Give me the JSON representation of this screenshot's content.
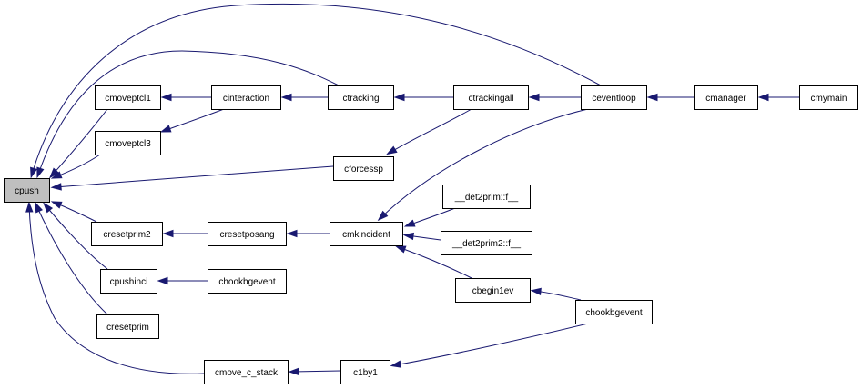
{
  "colors": {
    "edge": "#191970",
    "node_fill": "#ffffff",
    "highlight_fill": "#bfbfbf",
    "border": "#000000"
  },
  "nodes": [
    {
      "id": "cpush",
      "label": "cpush",
      "highlight": true
    },
    {
      "id": "cmoveptcl1",
      "label": "cmoveptcl1"
    },
    {
      "id": "cmoveptcl3",
      "label": "cmoveptcl3"
    },
    {
      "id": "cinteraction",
      "label": "cinteraction"
    },
    {
      "id": "ctracking",
      "label": "ctracking"
    },
    {
      "id": "ctrackingall",
      "label": "ctrackingall"
    },
    {
      "id": "ceventloop",
      "label": "ceventloop"
    },
    {
      "id": "cmanager",
      "label": "cmanager"
    },
    {
      "id": "cmymain",
      "label": "cmymain"
    },
    {
      "id": "cforcessp",
      "label": "cforcessp"
    },
    {
      "id": "cresetprim2",
      "label": "cresetprim2"
    },
    {
      "id": "cresetposang",
      "label": "cresetposang"
    },
    {
      "id": "cmkincident",
      "label": "cmkincident"
    },
    {
      "id": "det2prim",
      "label": "__det2prim::f__"
    },
    {
      "id": "det2prim2",
      "label": "__det2prim2::f__"
    },
    {
      "id": "cbegin1ev",
      "label": "cbegin1ev"
    },
    {
      "id": "chookbgevent_right",
      "label": "chookbgevent"
    },
    {
      "id": "cpushinci",
      "label": "cpushinci"
    },
    {
      "id": "chookbgevent_left",
      "label": "chookbgevent"
    },
    {
      "id": "cresetprim",
      "label": "cresetprim"
    },
    {
      "id": "cmove_c_stack",
      "label": "cmove_c_stack"
    },
    {
      "id": "c1by1",
      "label": "c1by1"
    }
  ],
  "edges": [
    {
      "from": "cmoveptcl1",
      "to": "cpush"
    },
    {
      "from": "cmoveptcl3",
      "to": "cpush"
    },
    {
      "from": "ctracking",
      "to": "cpush"
    },
    {
      "from": "ceventloop",
      "to": "cpush"
    },
    {
      "from": "cforcessp",
      "to": "cpush"
    },
    {
      "from": "cresetprim2",
      "to": "cpush"
    },
    {
      "from": "cpushinci",
      "to": "cpush"
    },
    {
      "from": "cresetprim",
      "to": "cpush"
    },
    {
      "from": "cmove_c_stack",
      "to": "cpush"
    },
    {
      "from": "cinteraction",
      "to": "cmoveptcl1"
    },
    {
      "from": "cinteraction",
      "to": "cmoveptcl3"
    },
    {
      "from": "ctracking",
      "to": "cinteraction"
    },
    {
      "from": "ctrackingall",
      "to": "ctracking"
    },
    {
      "from": "ctrackingall",
      "to": "cforcessp"
    },
    {
      "from": "ceventloop",
      "to": "ctrackingall"
    },
    {
      "from": "cmanager",
      "to": "ceventloop"
    },
    {
      "from": "cmymain",
      "to": "cmanager"
    },
    {
      "from": "cresetposang",
      "to": "cresetprim2"
    },
    {
      "from": "cmkincident",
      "to": "cresetposang"
    },
    {
      "from": "ceventloop",
      "to": "cmkincident"
    },
    {
      "from": "det2prim",
      "to": "cmkincident"
    },
    {
      "from": "det2prim2",
      "to": "cmkincident"
    },
    {
      "from": "cbegin1ev",
      "to": "cmkincident"
    },
    {
      "from": "chookbgevent_right",
      "to": "cbegin1ev"
    },
    {
      "from": "chookbgevent_left",
      "to": "cpushinci"
    },
    {
      "from": "c1by1",
      "to": "cmove_c_stack"
    },
    {
      "from": "chookbgevent_right",
      "to": "c1by1"
    }
  ]
}
